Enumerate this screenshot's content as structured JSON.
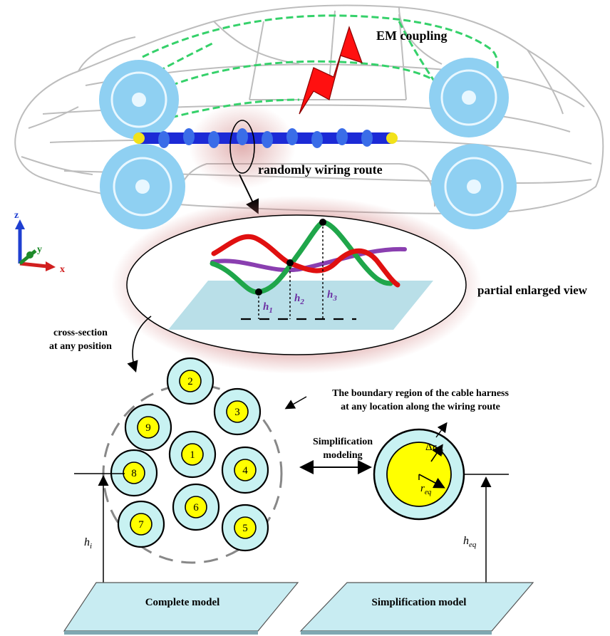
{
  "labels": {
    "em_coupling": "EM coupling",
    "wiring_route": "randomly wiring route",
    "enlarged_view": "partial enlarged view",
    "cross_section_line1": "cross-section",
    "cross_section_line2": "at any position",
    "boundary_line1": "The boundary region of the cable harness",
    "boundary_line2": "at any location along the wiring route",
    "simplification_line1": "Simplification",
    "simplification_line2": "modeling",
    "complete_model": "Complete model",
    "simplification_model": "Simplification model"
  },
  "axes": {
    "z": "z",
    "y": "y",
    "x": "x"
  },
  "heights": {
    "h1": "1",
    "h2": "2",
    "h3": "3",
    "h_main": "h"
  },
  "symbols": {
    "hi_base": "h",
    "hi_sub": "i",
    "heq_base": "h",
    "heq_sub": "eq",
    "req_base": "r",
    "req_sub": "eq",
    "dreq_prefix": "Δ",
    "dreq_base": "r",
    "dreq_sub": "eq"
  },
  "conductors": [
    "1",
    "2",
    "3",
    "4",
    "5",
    "6",
    "7",
    "8",
    "9"
  ],
  "colors": {
    "wheel": "#8fd0f2",
    "wire_blue": "#1c2ad6",
    "harness_red": "#e01010",
    "harness_green": "#1fa64a",
    "harness_purple": "#8a3fb0",
    "conductor_core": "#ffff00",
    "insulation": "#c8f2f2",
    "plane": "#b9dfe8",
    "glow": "#d98a8a",
    "height_label": "#6b2fa3",
    "car_outline": "#bdbdbd",
    "car_wire": "#35d16a"
  }
}
